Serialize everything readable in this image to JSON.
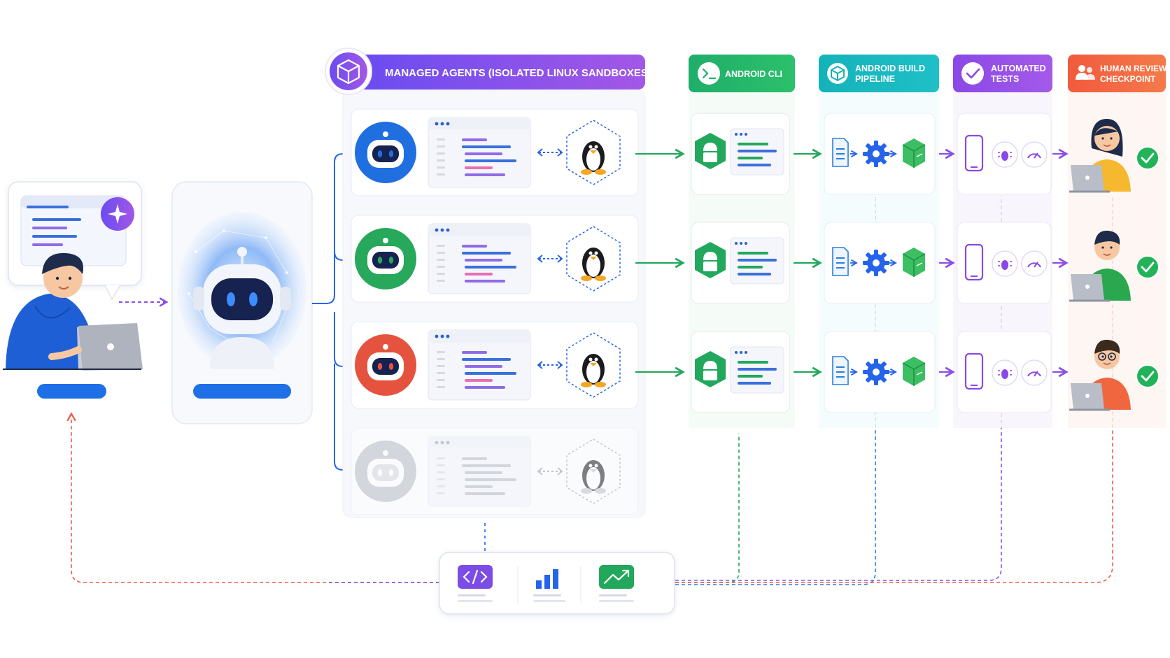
{
  "headers": {
    "managed_agents": "MANAGED AGENTS (ISOLATED LINUX SANDBOXES)",
    "android_cli": "ANDROID CLI",
    "android_build_line1": "ANDROID BUILD",
    "android_build_line2": "PIPELINE",
    "automated_tests_line1": "AUTOMATED",
    "automated_tests_line2": "TESTS",
    "human_review_line1": "HUMAN REVIEW",
    "human_review_line2": "CHECKPOINT"
  },
  "icons": {
    "managed_agents": "cube-icon",
    "android_cli": "terminal-icon",
    "android_build": "package-icon",
    "automated_tests": "checkmark-icon",
    "human_review": "users-icon"
  },
  "agents": [
    {
      "color": "#1f6fe0",
      "state": "active"
    },
    {
      "color": "#27a85a",
      "state": "active"
    },
    {
      "color": "#e5533f",
      "state": "active"
    },
    {
      "color": "#b9bcc4",
      "state": "inactive"
    }
  ],
  "colors": {
    "purple": "#7b4ce6",
    "blue": "#2563eb",
    "green": "#22a85c",
    "teal": "#18b3c4",
    "orange": "#f2683f",
    "red_dashed": "#ee5a45"
  },
  "bottom_tools": [
    "code-icon",
    "bar-chart-icon",
    "trend-chart-icon"
  ]
}
